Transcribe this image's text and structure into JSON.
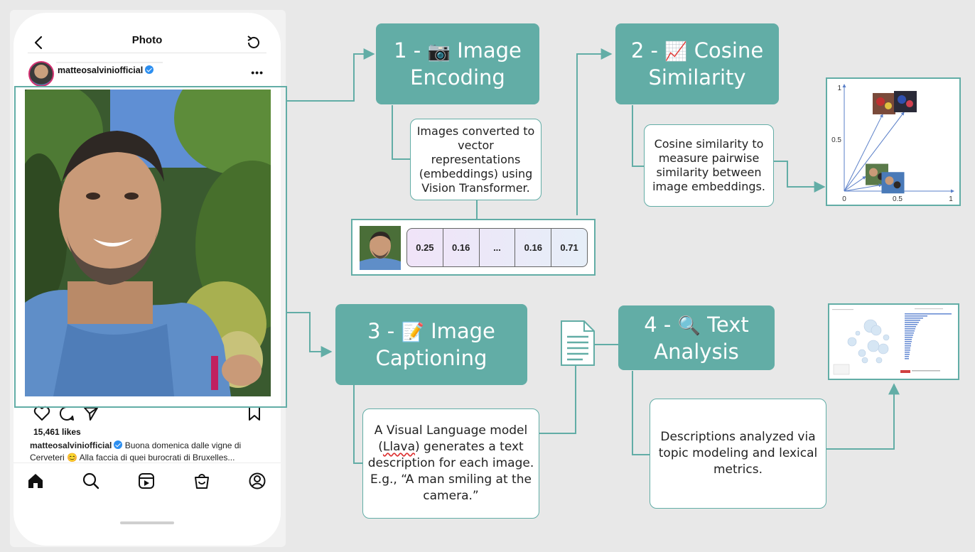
{
  "phone": {
    "header_title": "Photo",
    "username": "matteosalviniofficial",
    "likes": "15,461 likes",
    "caption_user": "matteosalviniofficial",
    "caption_text_1": " Buona domenica dalle vigne di",
    "caption_text_2": "Cerveteri 😊 Alla faccia di quei burocrati di Bruxelles..."
  },
  "steps": {
    "s1": {
      "number": "1 -",
      "emoji": "📷",
      "title_1": "Image",
      "title_2": "Encoding"
    },
    "s2": {
      "number": "2 -",
      "emoji": "📈",
      "title_1": "Cosine",
      "title_2": "Similarity"
    },
    "s3": {
      "number": "3 -",
      "emoji": "📝",
      "title_1": "Image",
      "title_2": "Captioning"
    },
    "s4": {
      "number": "4 -",
      "emoji": "🔍",
      "title_1": "Text",
      "title_2": "Analysis"
    }
  },
  "notes": {
    "n1": "Images converted to vector representations (embeddings) using Vision Transformer.",
    "n2": "Cosine similarity to measure pairwise similarity between image embeddings.",
    "n3_1": "A Visual Language model (",
    "n3_llava": "Llava",
    "n3_2": ") generates a text description for each image.",
    "n3_3": "E.g., “A man smiling at the camera.”",
    "n4": "Descriptions analyzed via topic modeling and lexical metrics."
  },
  "vector": {
    "cells": [
      "0.25",
      "0.16",
      "...",
      "0.16",
      "0.71"
    ]
  },
  "chart_data": {
    "type": "scatter",
    "x_ticks": [
      "0",
      "0.5",
      "1"
    ],
    "y_ticks": [
      "0.5",
      "1"
    ],
    "xlim": [
      0,
      1
    ],
    "ylim": [
      0,
      1
    ],
    "points": [
      {
        "x": 0.36,
        "y": 0.74
      },
      {
        "x": 0.56,
        "y": 0.76
      },
      {
        "x": 0.2,
        "y": 0.14
      },
      {
        "x": 0.35,
        "y": 0.06
      }
    ]
  },
  "colors": {
    "teal": "#62ada6",
    "arrow": "#62ada6",
    "background": "#e8e8e8"
  }
}
